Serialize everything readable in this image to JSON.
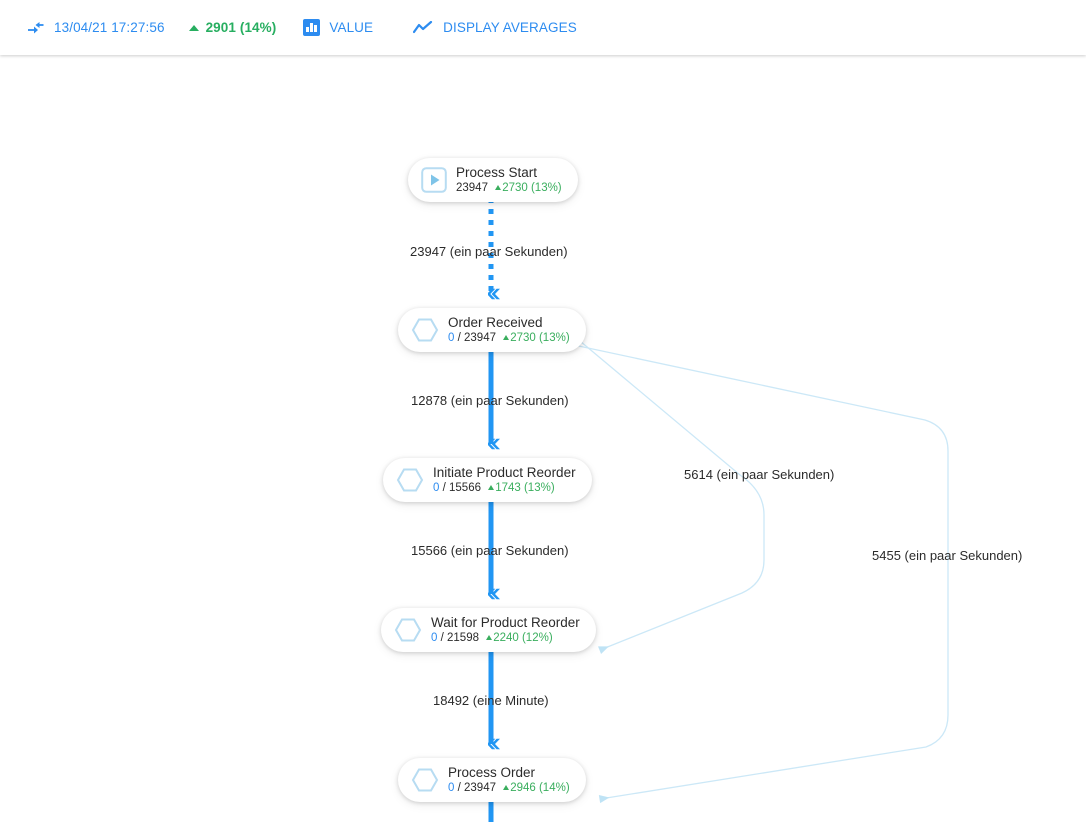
{
  "toolbar": {
    "timestamp": {
      "icon": "entry-arrow-icon",
      "label": "13/04/21 17:27:56"
    },
    "value_stat": {
      "icon": "triangle-up-icon",
      "label": "2901 (14%)"
    },
    "value_button": {
      "icon": "bar-chart-icon",
      "label": "VALUE"
    },
    "averages_button": {
      "icon": "line-chart-icon",
      "label": "DISPLAY AVERAGES"
    },
    "accent_color": "#2d8cf0",
    "positive_color": "#27ae60"
  },
  "diagram": {
    "nodes": [
      {
        "id": "process-start",
        "icon": "play-icon",
        "title": "Process Start",
        "count": "23947",
        "separator": "",
        "total": "",
        "delta": "2730 (13%)"
      },
      {
        "id": "order-received",
        "icon": "hexagon-icon",
        "title": "Order Received",
        "count": "0",
        "separator": "/",
        "total": "23947",
        "delta": "2730 (13%)"
      },
      {
        "id": "initiate-product-reorder",
        "icon": "hexagon-icon",
        "title": "Initiate Product Reorder",
        "count": "0",
        "separator": "/",
        "total": "15566",
        "delta": "1743 (13%)"
      },
      {
        "id": "wait-for-product-reorder",
        "icon": "hexagon-icon",
        "title": "Wait for Product Reorder",
        "count": "0",
        "separator": "/",
        "total": "21598",
        "delta": "2240 (12%)"
      },
      {
        "id": "process-order",
        "icon": "hexagon-icon",
        "title": "Process Order",
        "count": "0",
        "separator": "/",
        "total": "23947",
        "delta": "2946 (14%)"
      }
    ],
    "edge_labels": [
      {
        "id": "edge-start-to-order",
        "text": "23947 (ein paar Sekunden)"
      },
      {
        "id": "edge-order-to-initiate",
        "text": "12878 (ein paar Sekunden)"
      },
      {
        "id": "edge-initiate-to-wait",
        "text": "15566 (ein paar Sekunden)"
      },
      {
        "id": "edge-wait-to-process",
        "text": "18492 (eine Minute)"
      },
      {
        "id": "edge-order-to-wait",
        "text": "5614 (ein paar Sekunden)"
      },
      {
        "id": "edge-order-to-process",
        "text": "5455 (ein paar Sekunden)"
      }
    ],
    "colors": {
      "main_edge": "#2196f3",
      "side_edge": "#cce8f7",
      "node_icon": "#b7dcf2"
    }
  }
}
